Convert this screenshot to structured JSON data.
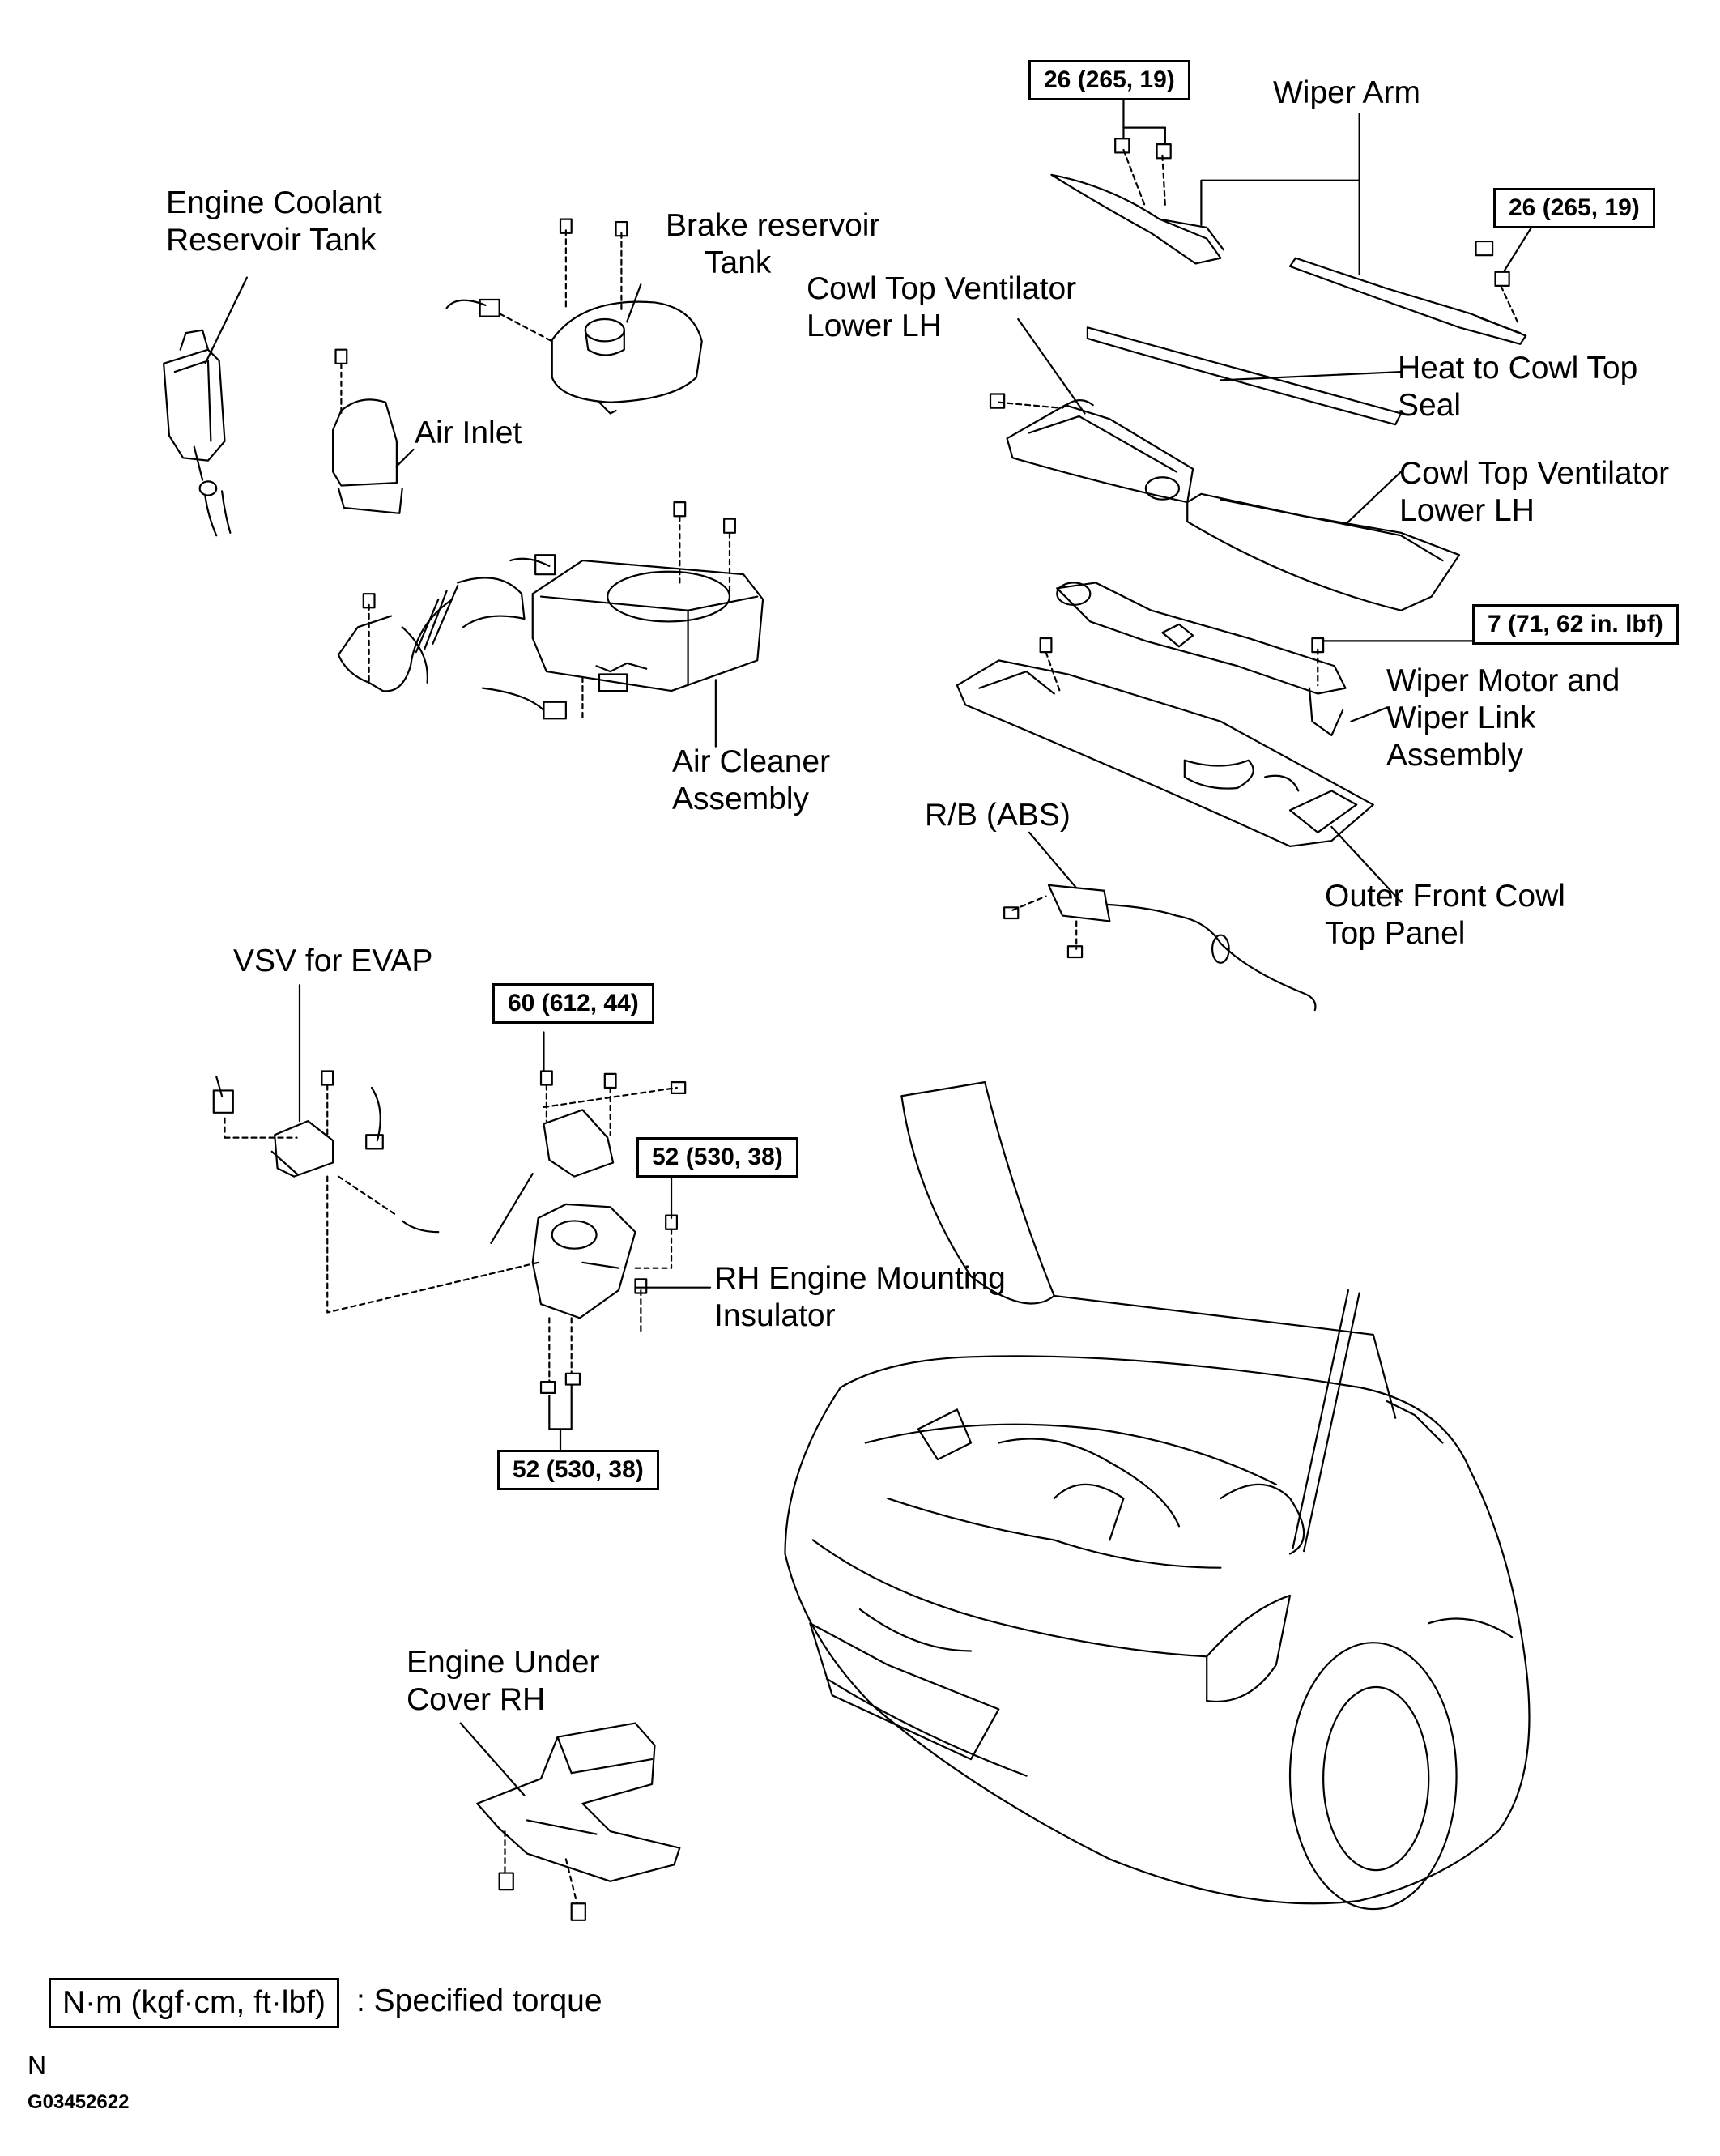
{
  "labels": {
    "engine_coolant_tank": [
      "Engine Coolant",
      "Reservoir Tank"
    ],
    "brake_reservoir": [
      "Brake reservoir",
      "Tank"
    ],
    "air_inlet": "Air Inlet",
    "air_cleaner": [
      "Air Cleaner",
      "Assembly"
    ],
    "wiper_arm": "Wiper Arm",
    "cowl_top_vent_lower_lh_1": [
      "Cowl Top Ventilator",
      "Lower LH"
    ],
    "heat_to_cowl_seal": [
      "Heat to Cowl Top",
      "Seal"
    ],
    "cowl_top_vent_lower_lh_2": [
      "Cowl Top Ventilator",
      "Lower LH"
    ],
    "wiper_motor": [
      "Wiper Motor and",
      "Wiper Link",
      "Assembly"
    ],
    "rb_abs": "R/B (ABS)",
    "outer_front_cowl": [
      "Outer Front Cowl",
      "Top Panel"
    ],
    "vsv_evap": "VSV for EVAP",
    "rh_engine_mount": [
      "RH Engine Mounting",
      "Insulator"
    ],
    "engine_under_cover": [
      "Engine Under",
      "Cover RH"
    ]
  },
  "torques": {
    "wiper_arm_left": "26 (265, 19)",
    "wiper_arm_right": "26 (265, 19)",
    "wiper_motor": "7 (71, 62 in. lbf)",
    "mount_top": "60 (612, 44)",
    "mount_side": "52 (530, 38)",
    "mount_bottom": "52 (530, 38)"
  },
  "legend": {
    "unit": "N·m (kgf·cm, ft·lbf)",
    "description": ": Specified torque"
  },
  "footer": {
    "code_letter": "N",
    "figure_id": "G03452622"
  }
}
